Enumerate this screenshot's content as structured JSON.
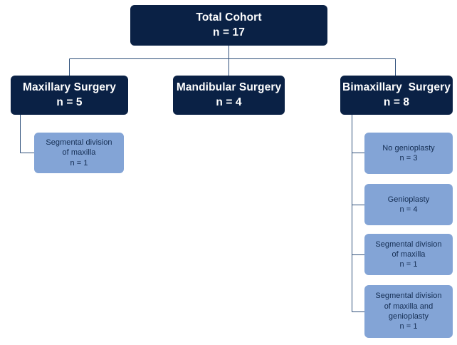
{
  "diagram": {
    "type": "flowchart",
    "orientation": "top-down",
    "background_color": "#ffffff",
    "colors": {
      "primary_node_fill": "#0a2145",
      "primary_node_text": "#ffffff",
      "secondary_node_fill": "#83a4d6",
      "secondary_node_text": "#142d52",
      "connector_line": "#2e4f7a"
    },
    "root": {
      "id": "total-cohort",
      "title": "Total Cohort",
      "count_label": "n = 17",
      "level": "primary"
    },
    "branches": [
      {
        "id": "maxillary-surgery",
        "title": "Maxillary Surgery",
        "count_label": "n = 5",
        "level": "primary",
        "children": [
          {
            "id": "maxillary-segmental-division",
            "lines": [
              "Segmental division",
              "of maxilla"
            ],
            "count_label": "n = 1",
            "level": "secondary"
          }
        ]
      },
      {
        "id": "mandibular-surgery",
        "title": "Mandibular Surgery",
        "count_label": "n = 4",
        "level": "primary",
        "children": []
      },
      {
        "id": "bimaxillary-surgery",
        "title": "Bimaxillary  Surgery",
        "count_label": "n = 8",
        "level": "primary",
        "children": [
          {
            "id": "no-genioplasty",
            "lines": [
              "No genioplasty"
            ],
            "count_label": "n = 3",
            "level": "secondary"
          },
          {
            "id": "genioplasty",
            "lines": [
              "Genioplasty"
            ],
            "count_label": "n = 4",
            "level": "secondary"
          },
          {
            "id": "bimax-segmental-division",
            "lines": [
              "Segmental division",
              "of maxilla"
            ],
            "count_label": "n = 1",
            "level": "secondary"
          },
          {
            "id": "bimax-segmental-division-genioplasty",
            "lines": [
              "Segmental division",
              "of maxilla and",
              "genioplasty"
            ],
            "count_label": "n = 1",
            "level": "secondary"
          }
        ]
      }
    ]
  }
}
